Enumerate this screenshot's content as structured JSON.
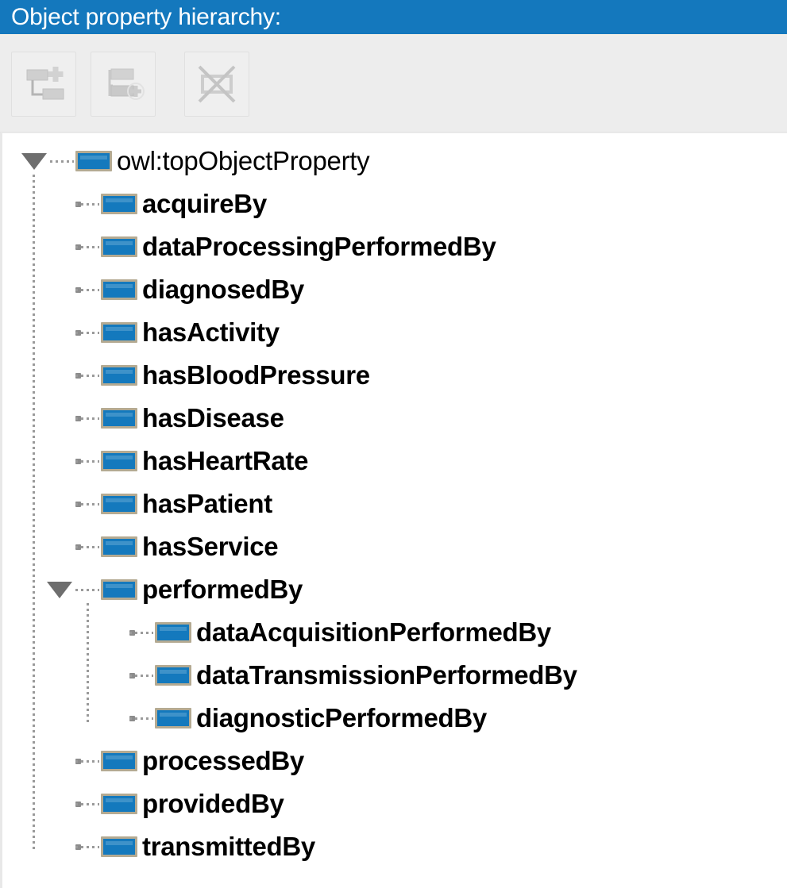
{
  "panel": {
    "title": "Object property hierarchy:"
  },
  "toolbar": {
    "buttons": [
      {
        "name": "add-sub-property-button",
        "label": "Add sub property",
        "enabled": false
      },
      {
        "name": "add-sibling-property-button",
        "label": "Add sibling property",
        "enabled": false
      },
      {
        "name": "delete-property-button",
        "label": "Delete property",
        "enabled": false
      }
    ]
  },
  "tree": {
    "nodes": [
      {
        "label": "owl:topObjectProperty",
        "depth": 0,
        "expanded": true,
        "icon": "object-property-icon"
      },
      {
        "label": "acquireBy",
        "depth": 1,
        "expanded": null,
        "icon": "object-property-icon"
      },
      {
        "label": "dataProcessingPerformedBy",
        "depth": 1,
        "expanded": null,
        "icon": "object-property-icon"
      },
      {
        "label": "diagnosedBy",
        "depth": 1,
        "expanded": null,
        "icon": "object-property-icon"
      },
      {
        "label": "hasActivity",
        "depth": 1,
        "expanded": null,
        "icon": "object-property-icon"
      },
      {
        "label": "hasBloodPressure",
        "depth": 1,
        "expanded": null,
        "icon": "object-property-icon"
      },
      {
        "label": "hasDisease",
        "depth": 1,
        "expanded": null,
        "icon": "object-property-icon"
      },
      {
        "label": "hasHeartRate",
        "depth": 1,
        "expanded": null,
        "icon": "object-property-icon"
      },
      {
        "label": "hasPatient",
        "depth": 1,
        "expanded": null,
        "icon": "object-property-icon"
      },
      {
        "label": "hasService",
        "depth": 1,
        "expanded": null,
        "icon": "object-property-icon"
      },
      {
        "label": "performedBy",
        "depth": 1,
        "expanded": true,
        "icon": "object-property-icon"
      },
      {
        "label": "dataAcquisitionPerformedBy",
        "depth": 2,
        "expanded": null,
        "icon": "object-property-icon"
      },
      {
        "label": "dataTransmissionPerformedBy",
        "depth": 2,
        "expanded": null,
        "icon": "object-property-icon"
      },
      {
        "label": "diagnosticPerformedBy",
        "depth": 2,
        "expanded": null,
        "icon": "object-property-icon"
      },
      {
        "label": "processedBy",
        "depth": 1,
        "expanded": null,
        "icon": "object-property-icon"
      },
      {
        "label": "providedBy",
        "depth": 1,
        "expanded": null,
        "icon": "object-property-icon"
      },
      {
        "label": "transmittedBy",
        "depth": 1,
        "expanded": null,
        "icon": "object-property-icon"
      }
    ]
  },
  "colors": {
    "title_bar": "#1478bd",
    "icon_fill": "#1479bd",
    "icon_border": "#b4aa92",
    "toolbar_bg": "#ededed",
    "tree_bg": "#ffffff",
    "label_text": "#000000",
    "guide_line": "#9a9a9a"
  }
}
